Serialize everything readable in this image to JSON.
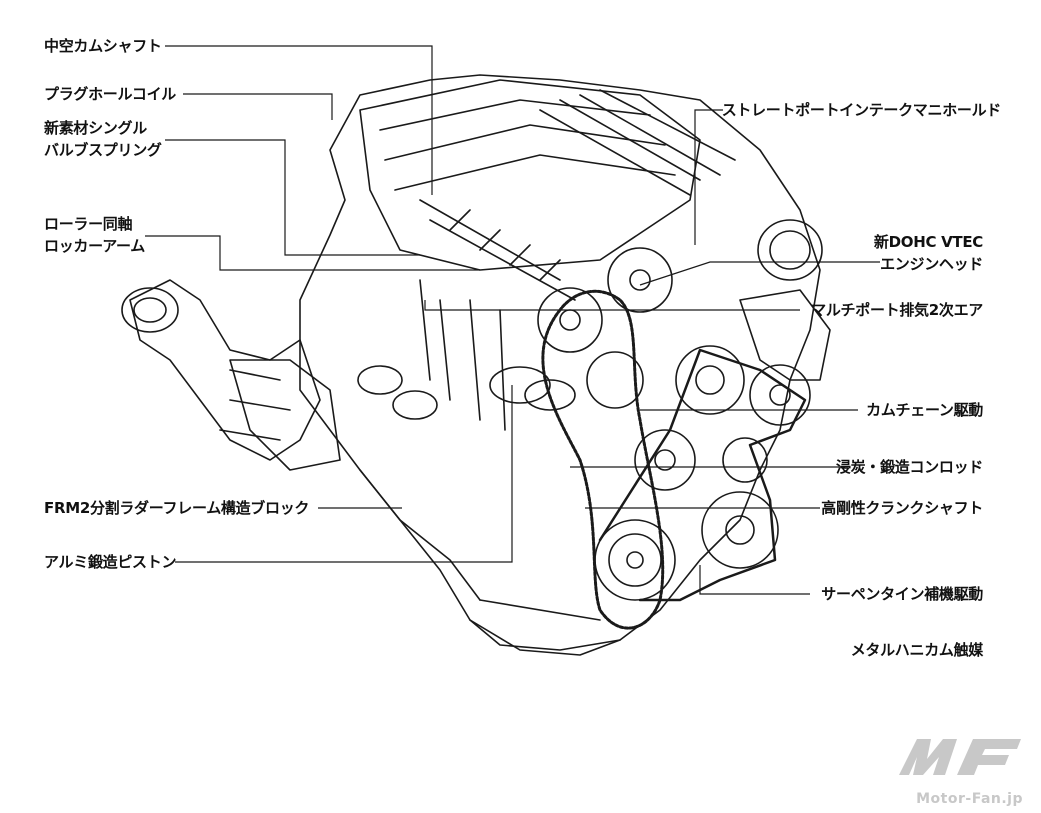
{
  "labels_left": [
    {
      "id": "hollow-camshaft",
      "text": "中空カムシャフト"
    },
    {
      "id": "plug-hole-coil",
      "text": "プラグホールコイル"
    },
    {
      "id": "valve-spring-1",
      "text": "新素材シングル"
    },
    {
      "id": "valve-spring-2",
      "text": "バルブスプリング"
    },
    {
      "id": "roller-rocker-1",
      "text": "ローラー同軸"
    },
    {
      "id": "roller-rocker-2",
      "text": "ロッカーアーム"
    },
    {
      "id": "frm-block",
      "text": "FRM2分割ラダーフレーム構造ブロック"
    },
    {
      "id": "aluminum-piston",
      "text": "アルミ鍛造ピストン"
    }
  ],
  "labels_right": [
    {
      "id": "straight-port-intake",
      "text": "ストレートポートインテークマニホールド"
    },
    {
      "id": "dohc-vtec-1",
      "text": "新DOHC VTEC"
    },
    {
      "id": "dohc-vtec-2",
      "text": "エンジンヘッド"
    },
    {
      "id": "multiport-air",
      "text": "マルチポート排気2次エア"
    },
    {
      "id": "cam-chain",
      "text": "カムチェーン駆動"
    },
    {
      "id": "carburized-rod",
      "text": "浸炭・鍛造コンロッド"
    },
    {
      "id": "crankshaft",
      "text": "高剛性クランクシャフト"
    },
    {
      "id": "serpentine",
      "text": "サーペンタイン補機駆動"
    },
    {
      "id": "honeycomb-catalyst",
      "text": "メタルハニカム触媒"
    }
  ],
  "watermark": {
    "caption": "Motor-Fan.jp",
    "logo_letters": "MF",
    "color": "#c8c8c8"
  }
}
